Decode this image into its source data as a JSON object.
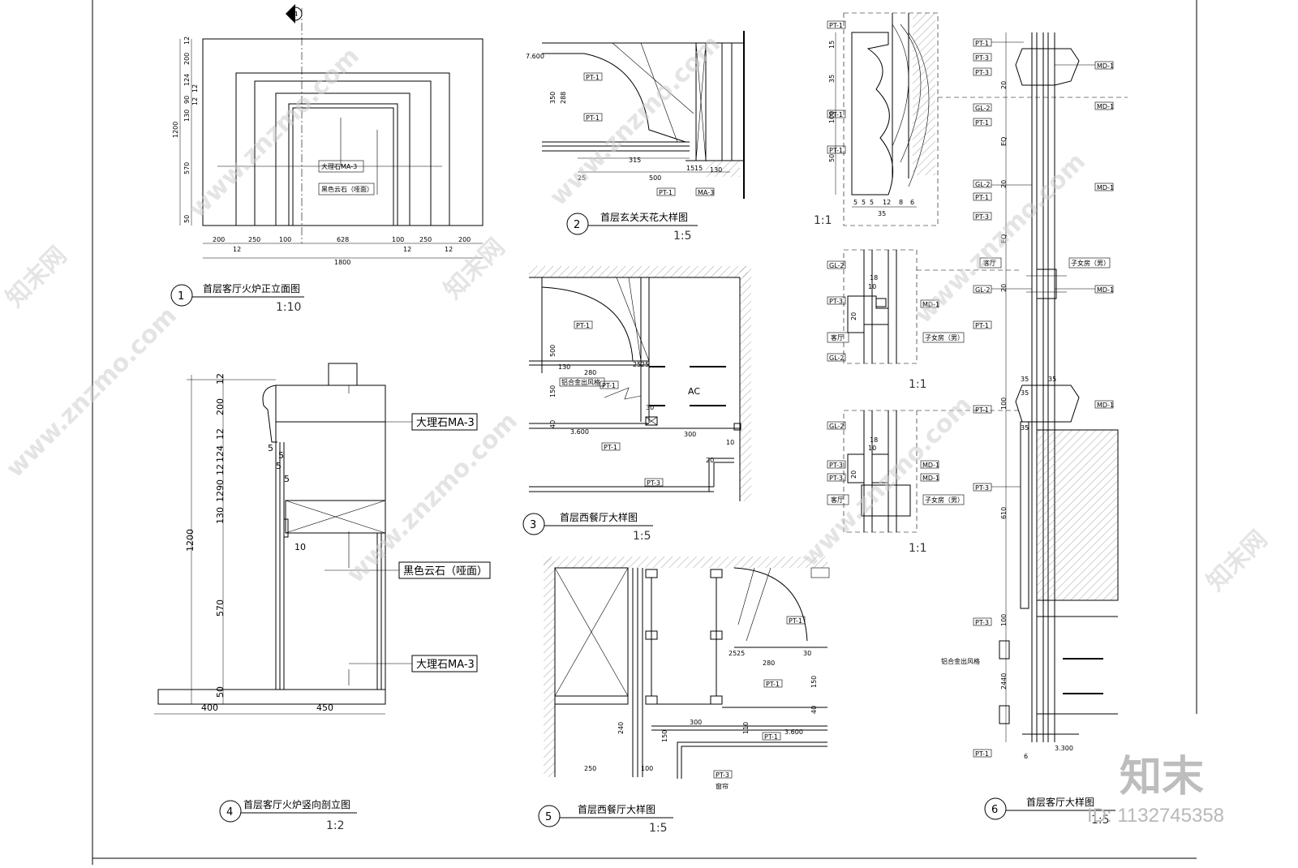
{
  "drawings": [
    {
      "num": "1",
      "title": "首层客厅火炉正立面图",
      "scale": "1:10"
    },
    {
      "num": "2",
      "title": "首层玄关天花大样图",
      "scale": "1:5"
    },
    {
      "num": "3",
      "title": "首层西餐厅大样图",
      "scale": "1:5"
    },
    {
      "num": "4",
      "title": "首层客厅火炉竖向剖立图",
      "scale": "1:2"
    },
    {
      "num": "5",
      "title": "首层西餐厅大样图",
      "scale": "1:5"
    },
    {
      "num": "6",
      "title": "首层客厅大样图",
      "scale": "1:5"
    }
  ],
  "detail_scales": [
    "1:1",
    "1:1",
    "1:1"
  ],
  "elevation": {
    "tag": "4",
    "bottom_dims": [
      "200",
      "12",
      "250",
      "100",
      "628",
      "100",
      "12",
      "250",
      "12",
      "200"
    ],
    "total_width": "1800",
    "left_dims": [
      "12",
      "200",
      "124",
      "12",
      "90",
      "12",
      "130",
      "570",
      "50"
    ],
    "total_height": "1200",
    "label_marble": "大理石MA-3",
    "label_cloud": "黑色云石（哑面）"
  },
  "section4": {
    "labels": [
      "大理石MA-3",
      "黑色云石（哑面）",
      "大理石MA-3"
    ],
    "left_dims": [
      "12",
      "200",
      "12",
      "124",
      "12",
      "90",
      "12",
      "130",
      "570",
      "50"
    ],
    "total_height": "1200",
    "bottom_dims": [
      "400",
      "450"
    ],
    "small_dims": [
      "5",
      "5",
      "5",
      "5",
      "10"
    ]
  },
  "detail2": {
    "level": "7.600",
    "dims": [
      "315",
      "500",
      "130",
      "15",
      "15",
      "25",
      "350",
      "288"
    ],
    "tags": [
      "PT-1",
      "PT-1",
      "PT-1",
      "MA-3"
    ]
  },
  "detail3": {
    "dims": [
      "130",
      "280",
      "25",
      "25",
      "300",
      "150",
      "40",
      "30",
      "20",
      "10",
      "500"
    ],
    "level": "3.600",
    "label_vent": "铝合金出风格",
    "ac": "AC",
    "tags": [
      "PT-1",
      "PT-1",
      "PT-1",
      "PT-3"
    ]
  },
  "detail5": {
    "dims": [
      "25",
      "25",
      "280",
      "30",
      "300",
      "40",
      "150",
      "250",
      "100",
      "240",
      "150",
      "110"
    ],
    "level": "3.600",
    "tags": [
      "PT-1",
      "PT-1",
      "PT-1",
      "PT-3"
    ],
    "curtain": "窗帘"
  },
  "profile": {
    "dims": [
      "15",
      "35",
      "100",
      "50",
      "5",
      "5",
      "5",
      "12",
      "8",
      "6",
      "35"
    ],
    "tags": [
      "PT-1",
      "PT-1",
      "PT-1"
    ]
  },
  "joint1": {
    "tags": [
      "GL-2",
      "PT-3",
      "GL-2",
      "MD-1"
    ],
    "dims": [
      "10",
      "18",
      "20"
    ],
    "rooms": [
      "客厅",
      "子女房（男）"
    ]
  },
  "joint2": {
    "tags": [
      "GL-2",
      "PT-3",
      "PT-3",
      "MD-1",
      "MD-1"
    ],
    "dims": [
      "10",
      "18",
      "20"
    ],
    "rooms": [
      "客厅",
      "子女房（男）"
    ]
  },
  "detail6": {
    "tags_left": [
      "PT-1",
      "PT-3",
      "PT-3",
      "GL-2",
      "PT-1",
      "GL-2",
      "PT-1",
      "PT-3",
      "GL-2",
      "PT-1",
      "PT-1",
      "PT-3",
      "PT-3",
      "PT-1"
    ],
    "tags_right": [
      "MD-1",
      "MD-1",
      "MD-1",
      "MD-1",
      "MD-1"
    ],
    "rooms": [
      "客厅",
      "子女房（男）"
    ],
    "dims": [
      "35",
      "35",
      "20",
      "EQ",
      "EQ",
      "20",
      "20",
      "100",
      "610",
      "100",
      "35",
      "35",
      "2440",
      "6"
    ],
    "label_vent": "铝合金出风格",
    "level": "3.300"
  },
  "watermark": {
    "site": "www.znzmo.com",
    "brand": "知末网",
    "logo": "知末",
    "id": "ID: 1132745358"
  }
}
